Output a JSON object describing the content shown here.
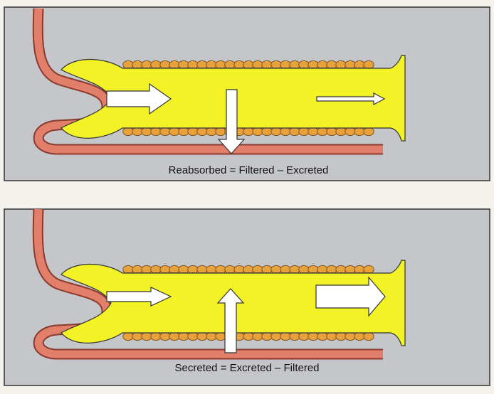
{
  "panels": [
    {
      "id": "reabsorption",
      "equation": "Reabsorbed = Filtered – Excreted",
      "transport_direction": "down"
    },
    {
      "id": "secretion",
      "equation": "Secreted = Excreted – Filtered",
      "transport_direction": "up"
    }
  ],
  "colors": {
    "panel_background": "#c4c6c9",
    "tubule": "#f2f227",
    "capillary": "#e27f6a",
    "epithelium": "#e8a23c",
    "arrow_fill": "#ffffff"
  }
}
